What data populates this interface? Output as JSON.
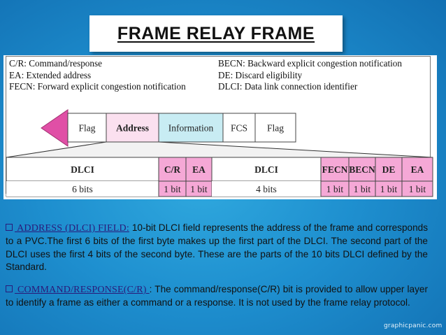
{
  "slide": {
    "title": "FRAME RELAY FRAME",
    "watermark": "graphicpanic.com"
  },
  "legend": {
    "left": [
      "C/R: Command/response",
      "EA: Extended address",
      "FECN: Forward explicit congestion notification"
    ],
    "right": [
      "BECN: Backward explicit congestion notification",
      "DE: Discard eligibility",
      "DLCI: Data link connection identifier"
    ]
  },
  "frame": {
    "fields": [
      {
        "label": "Flag",
        "highlight": false
      },
      {
        "label": "Address",
        "highlight": true
      },
      {
        "label": "Information",
        "highlight": false,
        "tint": "#c8ecf3"
      },
      {
        "label": "FCS",
        "highlight": false
      },
      {
        "label": "Flag",
        "highlight": false
      }
    ],
    "address_fields": [
      {
        "label": "DLCI",
        "size": "6 bits",
        "highlight": false
      },
      {
        "label": "C/R",
        "size": "1 bit",
        "highlight": true
      },
      {
        "label": "EA",
        "size": "1 bit",
        "highlight": true
      },
      {
        "label": "DLCI",
        "size": "4 bits",
        "highlight": false
      },
      {
        "label": "FECN",
        "size": "1 bit",
        "highlight": true
      },
      {
        "label": "BECN",
        "size": "1 bit",
        "highlight": true
      },
      {
        "label": "DE",
        "size": "1 bit",
        "highlight": true
      },
      {
        "label": "EA",
        "size": "1 bit",
        "highlight": true
      }
    ],
    "colors": {
      "highlight": "#f5a8d6",
      "light_highlight": "#fbe0ef",
      "arrow": "#e04fa6",
      "info_tint": "#c8ecf3"
    }
  },
  "paragraphs": [
    {
      "heading": " ADDRESS (DLCI) FIELD:",
      "text": " 10-bit DLCI field represents the address of the frame and corresponds to a PVC.The first 6 bits of the first byte makes up the first part of the DLCI. The second part of the DLCI uses the first 4 bits of the second byte. These are the parts of the 10 bits DLCI defined by the Standard."
    },
    {
      "heading": " COMMAND/RESPONSE(C/R) ",
      "text": ": The command/response(C/R) bit is provided to allow upper layer to identify a frame as either a command or a response. It is not used by the frame relay protocol."
    }
  ]
}
